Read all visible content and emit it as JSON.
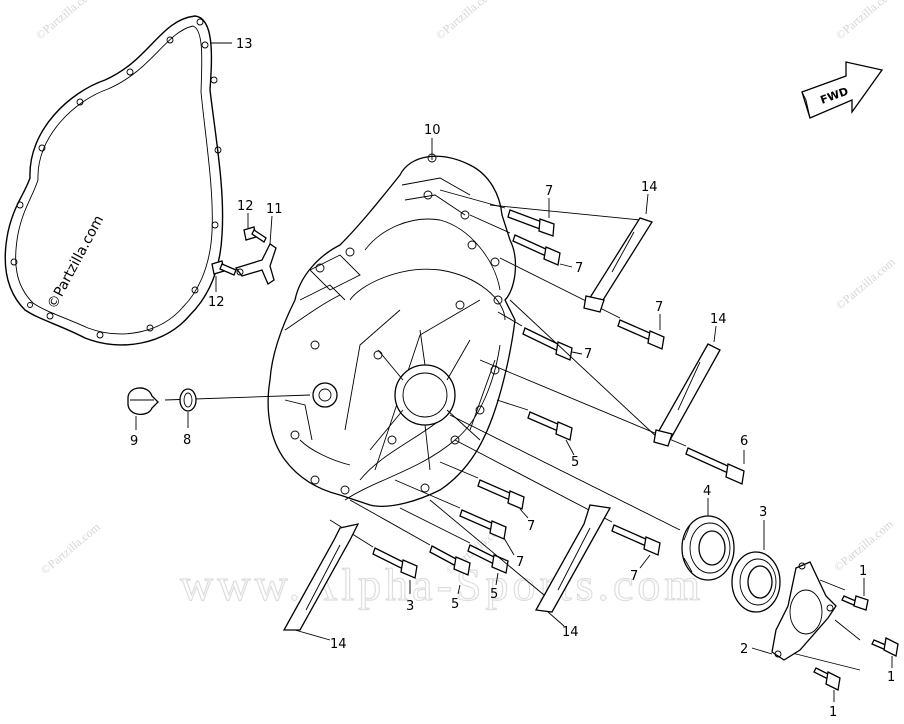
{
  "watermark": {
    "main": "www.Alpha-Sports.com",
    "partzilla": "©Partzilla.com"
  },
  "fwd_label": "FWD",
  "callouts": [
    "13",
    "10",
    "7",
    "7",
    "14",
    "12",
    "11",
    "12",
    "7",
    "7",
    "14",
    "9",
    "8",
    "6",
    "5",
    "4",
    "3",
    "7",
    "7",
    "5",
    "5",
    "7",
    "14",
    "14",
    "1",
    "1",
    "2",
    "1"
  ]
}
